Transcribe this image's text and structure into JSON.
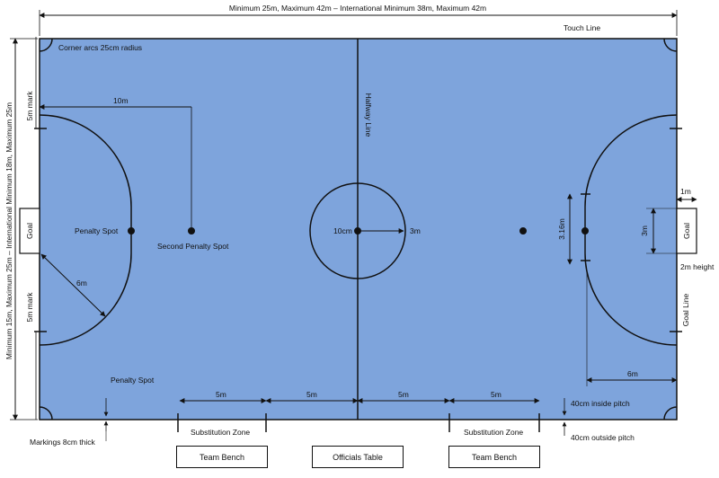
{
  "colors": {
    "pitch": "#7ea4dc",
    "line": "#111111",
    "background": "#ffffff"
  },
  "labels": {
    "length": "Minimum 25m, Maximum 42m – International Minimum 38m, Maximum 42m",
    "width": "Minimum 15m, Maximum 25m – International Minimum 18m, Maximum 25m",
    "touch_line": "Touch Line",
    "corner_arcs": "Corner arcs 25cm radius",
    "five_m_mark_top": "5m mark",
    "five_m_mark_bottom": "5m mark",
    "ten_m": "10m",
    "halfway_line": "Halfway Line",
    "goal_left": "Goal",
    "goal_right": "Goal",
    "penalty_spot_left": "Penalty Spot",
    "second_penalty_spot": "Second Penalty Spot",
    "six_m_left": "6m",
    "centre_circle_10m": "10cm",
    "centre_radius_3m": "3m",
    "goal_area_3_16m": "3.16m",
    "goal_width_3m": "3m",
    "goal_depth_1m": "1m",
    "goal_height": "2m height",
    "goal_line": "Goal Line",
    "six_m_right": "6m",
    "penalty_spot_bottom": "Penalty Spot",
    "sub_5m_1": "5m",
    "sub_5m_2": "5m",
    "sub_5m_3": "5m",
    "sub_5m_4": "5m",
    "inside_pitch": "40cm inside pitch",
    "outside_pitch": "40cm outside pitch",
    "markings": "Markings 8cm thick",
    "sub_zone_left": "Substitution Zone",
    "sub_zone_right": "Substitution Zone",
    "team_bench_left": "Team Bench",
    "officials_table": "Officials Table",
    "team_bench_right": "Team Bench"
  }
}
